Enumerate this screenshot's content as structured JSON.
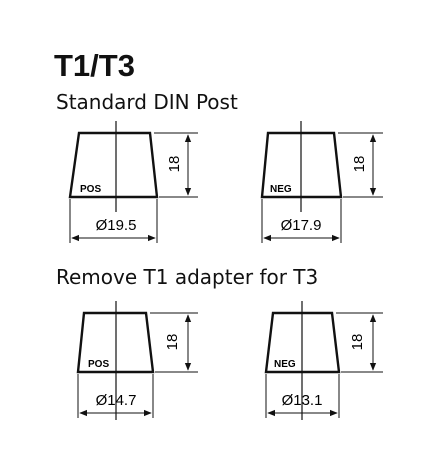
{
  "heading": "T1/T3",
  "sections": [
    {
      "title": "Standard DIN Post",
      "posts": [
        {
          "label": "POS",
          "diameter": "Ø19.5",
          "height": "18"
        },
        {
          "label": "NEG",
          "diameter": "Ø17.9",
          "height": "18"
        }
      ]
    },
    {
      "title": "Remove T1 adapter for T3",
      "posts": [
        {
          "label": "POS",
          "diameter": "Ø14.7",
          "height": "18"
        },
        {
          "label": "NEG",
          "diameter": "Ø13.1",
          "height": "18"
        }
      ]
    }
  ]
}
